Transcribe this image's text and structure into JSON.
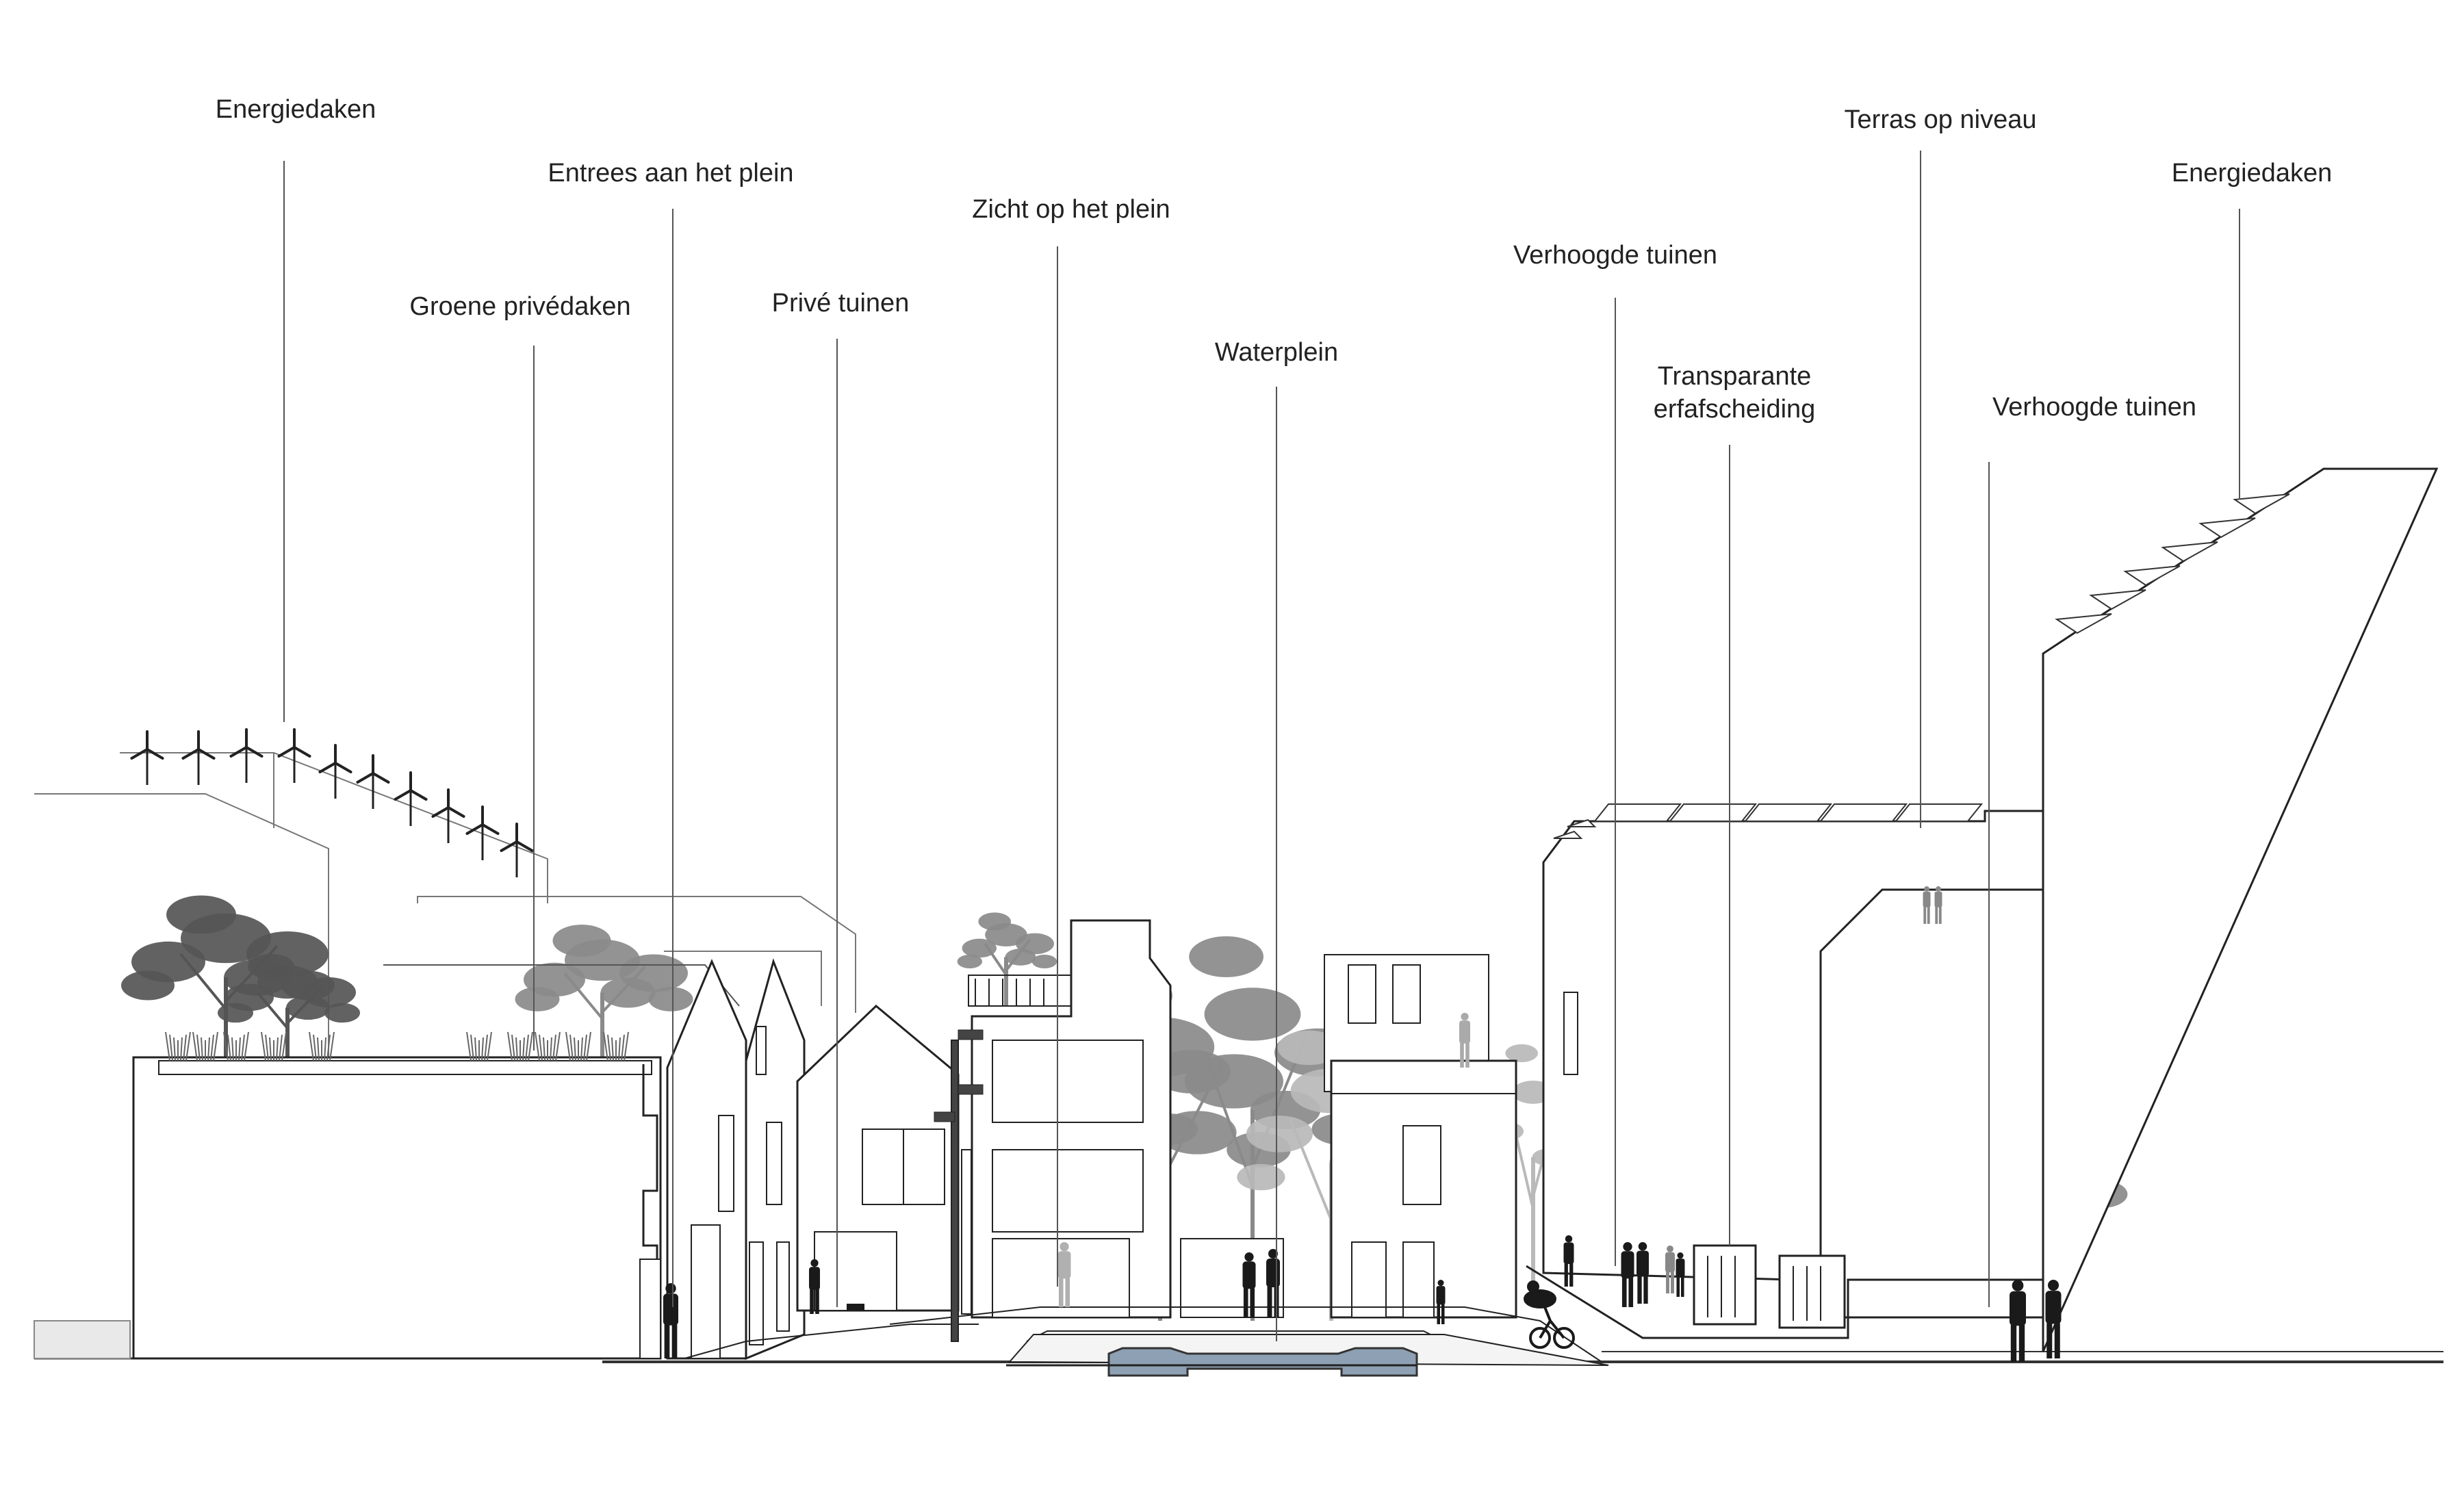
{
  "labels": [
    {
      "id": "energiedaken-left",
      "lines": [
        "Energiedaken"
      ]
    },
    {
      "id": "entrees-aan-het-plein",
      "lines": [
        "Entrees aan het plein"
      ]
    },
    {
      "id": "groene-privedaken",
      "lines": [
        "Groene privédaken"
      ]
    },
    {
      "id": "prive-tuinen",
      "lines": [
        "Privé tuinen"
      ]
    },
    {
      "id": "zicht-op-het-plein",
      "lines": [
        "Zicht op het plein"
      ]
    },
    {
      "id": "waterplein",
      "lines": [
        "Waterplein"
      ]
    },
    {
      "id": "verhoogde-tuinen-1",
      "lines": [
        "Verhoogde tuinen"
      ]
    },
    {
      "id": "transparante-erfafscheiding",
      "lines": [
        "Transparante",
        "erfafscheiding"
      ]
    },
    {
      "id": "terras-op-niveau",
      "lines": [
        "Terras op niveau"
      ]
    },
    {
      "id": "verhoogde-tuinen-2",
      "lines": [
        "Verhoogde tuinen"
      ]
    },
    {
      "id": "energiedaken-right",
      "lines": [
        "Energiedaken"
      ]
    }
  ],
  "colors": {
    "line": "#333333",
    "thin": "#777777",
    "tree_dark": "#555555",
    "tree_mid": "#8a8a8a",
    "tree_light": "#b9b9b9",
    "water": "#8ea0b3",
    "figure": "#1a1a1a"
  }
}
